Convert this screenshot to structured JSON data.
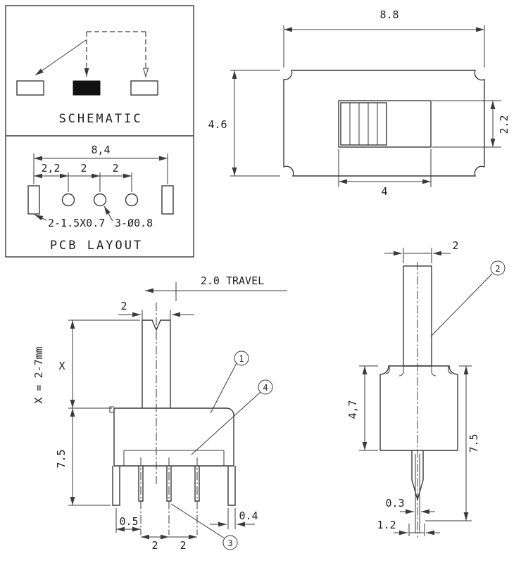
{
  "panel": {
    "schematic_title": "SCHEMATIC",
    "pcb_title": "PCB LAYOUT",
    "pcb_dim_total": "8,4",
    "pcb_dim_1": "2,2",
    "pcb_dim_2": "2",
    "pcb_dim_3": "2",
    "pcb_slot_note": "2-1.5X0.7",
    "pcb_hole_note": "3-Ø0.8"
  },
  "top_view": {
    "dim_width": "8.8",
    "dim_depth": "4.6",
    "dim_slot_width": "2.2",
    "dim_knob": "4"
  },
  "front_view": {
    "travel_note": "2.0 TRAVEL",
    "dim_knob_width": "2",
    "shaft_range_note": "X = 2-7mm",
    "dim_shaft_height": "X",
    "dim_body_height": "7.5",
    "dim_leg_offset": "0.5",
    "dim_pitch_1": "2",
    "dim_pitch_2": "2",
    "dim_leg_width": "0.4",
    "callout_1": "1",
    "callout_3": "3",
    "callout_4": "4"
  },
  "side_view": {
    "dim_knob_depth": "2",
    "dim_body_height": "4,7",
    "dim_overall_height": "7.5",
    "dim_pin_thickness": "0.3",
    "dim_pin_base": "1.2",
    "callout_2": "2"
  }
}
